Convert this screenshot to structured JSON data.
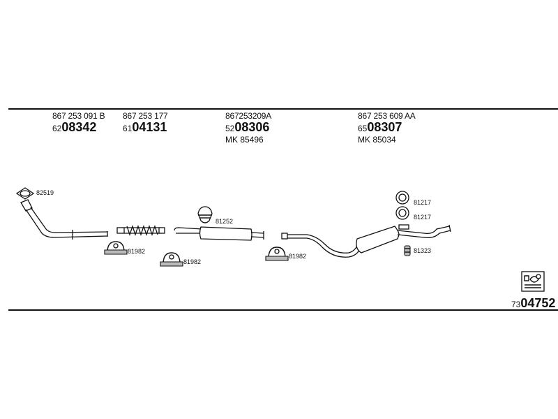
{
  "columns": [
    {
      "part_number": "867 253 091 B",
      "article_prefix": "62",
      "article_main": "08342",
      "mk": ""
    },
    {
      "part_number": "867 253 177",
      "article_prefix": "61",
      "article_main": "04131",
      "mk": ""
    },
    {
      "part_number": "867253209A",
      "article_prefix": "52",
      "article_main": "08306",
      "mk": "MK  85496"
    },
    {
      "part_number": "867 253 609 AA",
      "article_prefix": "65",
      "article_main": "08307",
      "mk": "MK  85034"
    }
  ],
  "labels": {
    "gasket_front": "82519",
    "clamp_1": "81982",
    "clamp_2": "81982",
    "clamp_3": "81982",
    "hanger_mid": "81252",
    "ring_1": "81217",
    "ring_2": "81217",
    "mount_rear": "81323"
  },
  "total": {
    "prefix": "73",
    "main": "04752"
  },
  "icons": [
    "exhaust-gasket-icon",
    "pipe-clamp-icon",
    "rubber-hanger-icon",
    "o-ring-icon",
    "rubber-mount-icon",
    "catalog-book-icon"
  ]
}
